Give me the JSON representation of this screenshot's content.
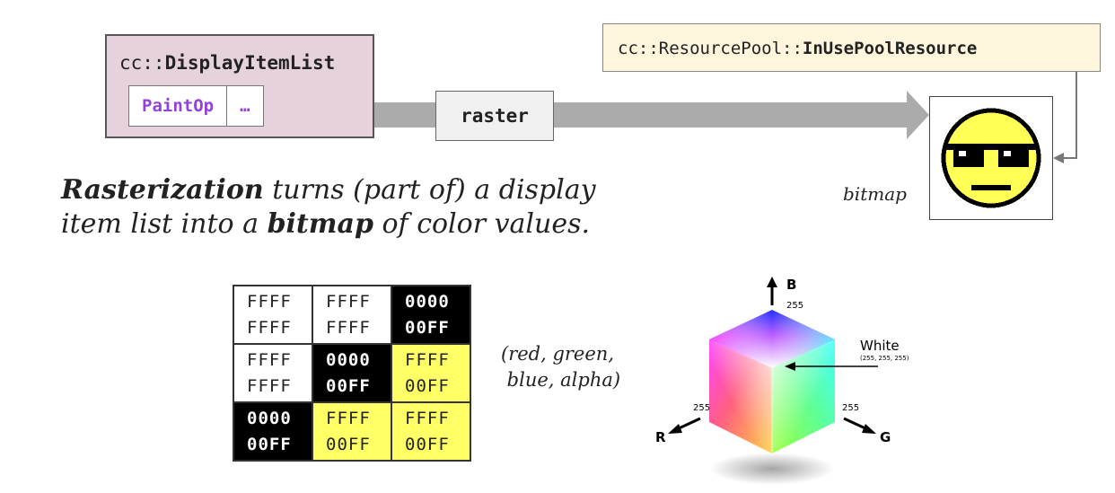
{
  "display_item_list": {
    "namespace": "cc::",
    "name": "DisplayItemList",
    "ops": [
      "PaintOp",
      "…"
    ]
  },
  "raster_label": "raster",
  "resource_pool": {
    "prefix": "cc::ResourcePool::",
    "name": "InUsePoolResource"
  },
  "bitmap_label": "bitmap",
  "caption": {
    "line1_bold": "Rasterization",
    "line1_rest": " turns (part of) a display",
    "line2_start": "item list into a ",
    "line2_bold": "bitmap",
    "line2_end": " of color values."
  },
  "pixel_grid": [
    [
      {
        "line1": "FFFF",
        "line2": "FFFF",
        "fill": "white"
      },
      {
        "line1": "FFFF",
        "line2": "FFFF",
        "fill": "white"
      },
      {
        "line1": "0000",
        "line2": "00FF",
        "fill": "black"
      }
    ],
    [
      {
        "line1": "FFFF",
        "line2": "FFFF",
        "fill": "white"
      },
      {
        "line1": "0000",
        "line2": "00FF",
        "fill": "black"
      },
      {
        "line1": "FFFF",
        "line2": "00FF",
        "fill": "yellow"
      }
    ],
    [
      {
        "line1": "0000",
        "line2": "00FF",
        "fill": "black"
      },
      {
        "line1": "FFFF",
        "line2": "00FF",
        "fill": "yellow"
      },
      {
        "line1": "FFFF",
        "line2": "00FF",
        "fill": "yellow"
      }
    ]
  ],
  "rgba_note": {
    "line1": "(red, green,",
    "line2": " blue, alpha)"
  },
  "cube": {
    "b_label": "B",
    "b_value": "255",
    "r_label": "R",
    "r_value": "255",
    "g_label": "G",
    "g_value": "255",
    "white_label": "White",
    "white_value": "(255, 255, 255)"
  },
  "colors": {
    "dil_bg": "#e6d2dd",
    "op_text": "#9340dc",
    "pool_bg": "#fdf5dc",
    "arrow_gray": "#aaaaaa",
    "yellow_cell": "#ffff66"
  }
}
